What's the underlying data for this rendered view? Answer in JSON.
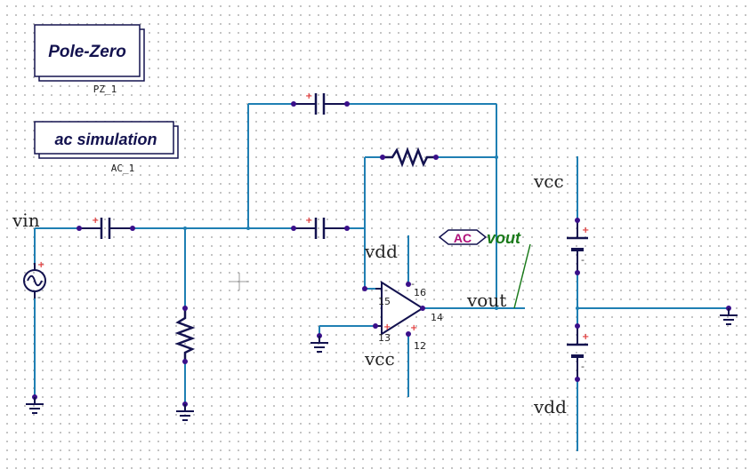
{
  "analyses": {
    "pole_zero": {
      "title": "Pole-Zero",
      "ref": "PZ_1"
    },
    "ac_sim": {
      "title": "ac simulation",
      "ref": "AC_1"
    }
  },
  "nets": {
    "vin": "vin",
    "vdd_opamp": "vdd",
    "vcc_opamp": "vcc",
    "vout_wire": "vout",
    "vout_probe": "vout",
    "vcc_supply": "vcc",
    "vdd_supply": "vdd"
  },
  "probe": {
    "label": "AC"
  },
  "opamp": {
    "pin_inv": "15",
    "pin_noninv": "13",
    "pin_out": "14",
    "pin_vpos": "16",
    "pin_vneg": "12"
  },
  "colors": {
    "wire": "#1f7fb3",
    "component": "#13124f",
    "pin_dot": "#3a0f8a",
    "plus_sign": "#e23b3b",
    "probe_text": "#1a7a1a",
    "ac_tag": "#b0107a"
  }
}
